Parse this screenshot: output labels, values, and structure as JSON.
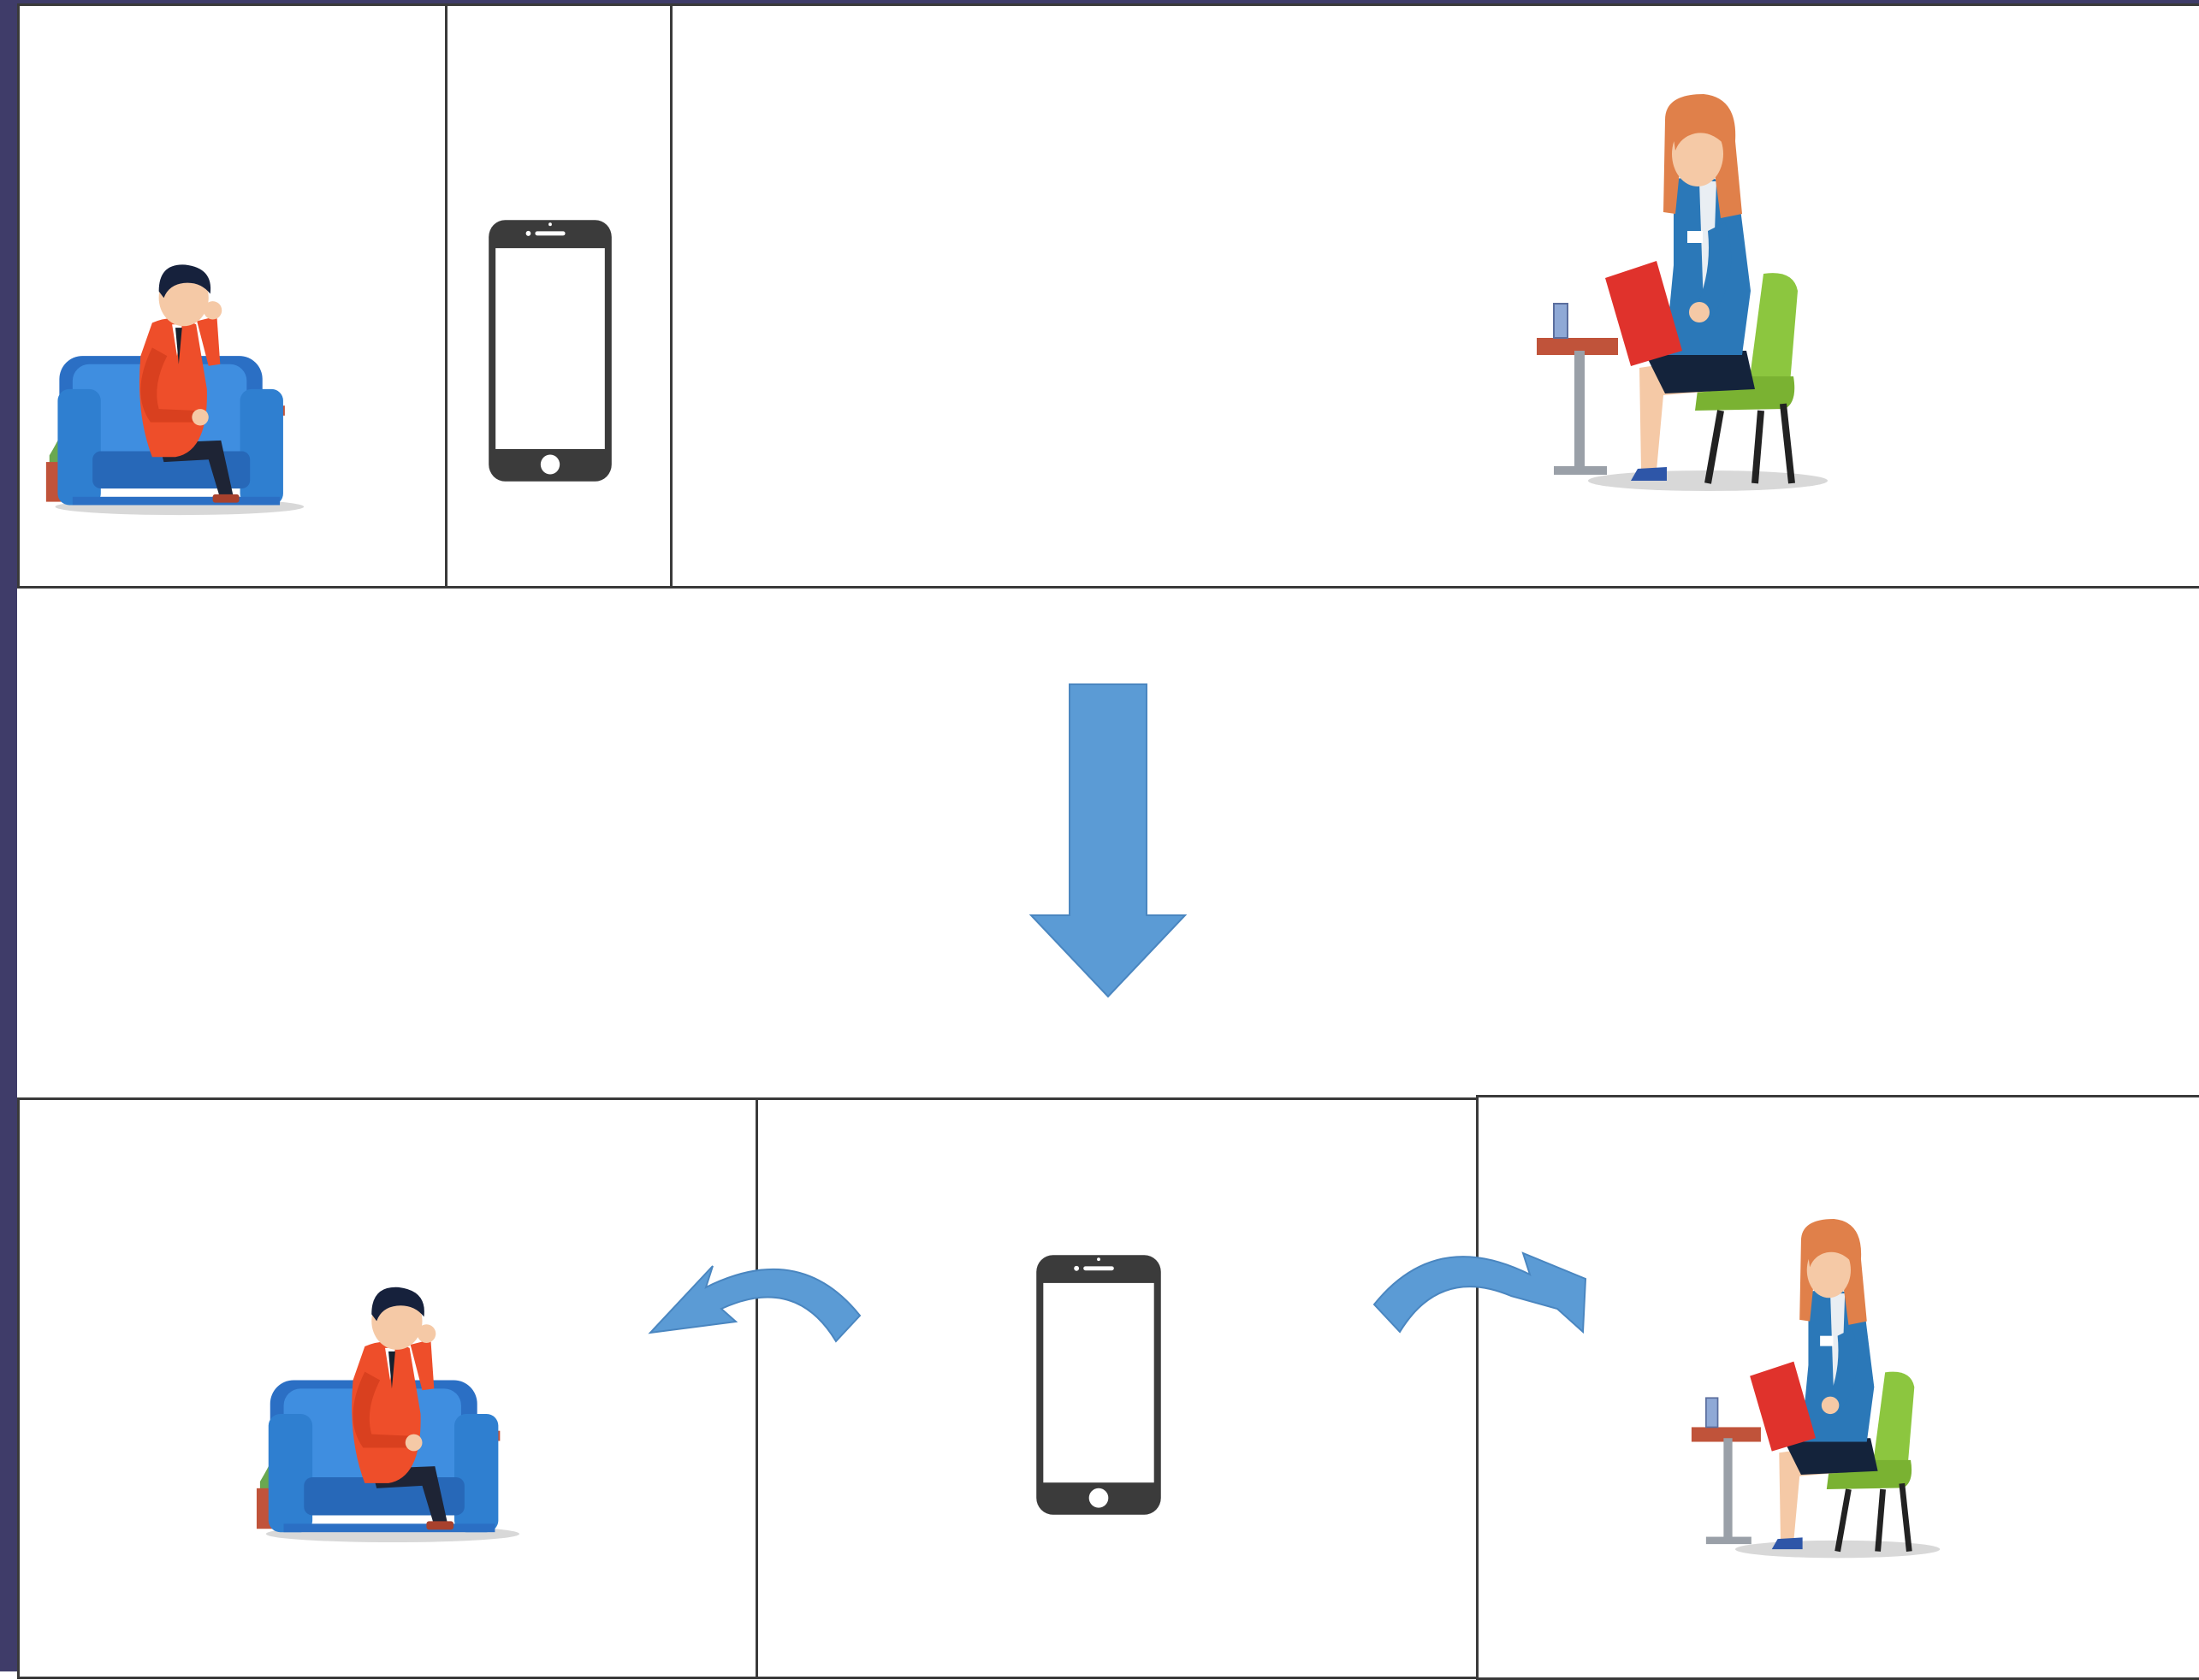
{
  "colors": {
    "frame": "#3f3c69",
    "border": "#3a3a3a",
    "arrow": "#5b9bd5",
    "arrow_edge": "#4a86c0",
    "phone": "#3b3b3b",
    "armchair_blue": "#2f7fd0",
    "chair_green": "#8cc63f",
    "shirt_orange": "#ee4e2a",
    "cardigan_blue": "#2b78b8",
    "notebook_red": "#e0322c"
  },
  "icons": {
    "patient": "seated-patient-icon",
    "phone": "smartphone-icon",
    "therapist": "seated-therapist-icon",
    "transition_arrow": "down-arrow-icon",
    "curved_arrow_left": "curved-arrow-left-icon",
    "curved_arrow_right": "curved-arrow-right-icon"
  },
  "diagram": {
    "top_row": [
      "patient",
      "phone",
      "therapist"
    ],
    "bottom_row": [
      "patient",
      "phone",
      "therapist"
    ],
    "transition": "down",
    "bottom_links": [
      "phone-to-patient",
      "phone-to-therapist"
    ]
  }
}
